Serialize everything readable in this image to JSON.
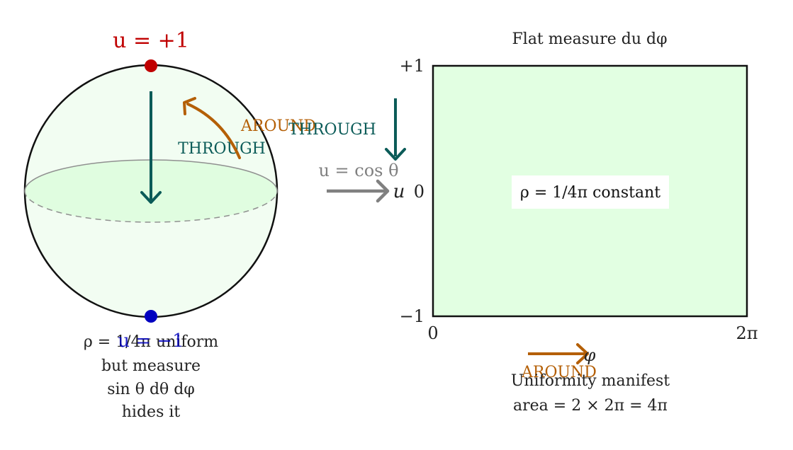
{
  "colors": {
    "sphere_fill": "#f2fdf2",
    "equator_fill": "#e0fde0",
    "rect_fill": "#e2ffe2",
    "through": "#0b5b58",
    "around": "#b45f06",
    "pole_top": "#c00000",
    "pole_bottom": "#0000c0",
    "arrow_gray": "#808080"
  },
  "labels": {
    "pole_top": "u = +1",
    "pole_bottom": "u = −1",
    "through": "THROUGH",
    "around": "AROUND",
    "map": "u = cos θ",
    "left_caption": [
      "ρ = 1/4π uniform",
      "but measure",
      "sin θ dθ dφ",
      "hides it"
    ],
    "right_title": "Flat measure du dφ",
    "density_box": "ρ = 1/4π  constant",
    "right_caption": [
      "Uniformity manifest",
      "area = 2 × 2π = 4π"
    ]
  },
  "rect_axes": {
    "y_ticks": [
      "+1",
      "0",
      "−1"
    ],
    "y_var": "u",
    "x_ticks": [
      "0",
      "2π"
    ],
    "x_var": "φ"
  }
}
